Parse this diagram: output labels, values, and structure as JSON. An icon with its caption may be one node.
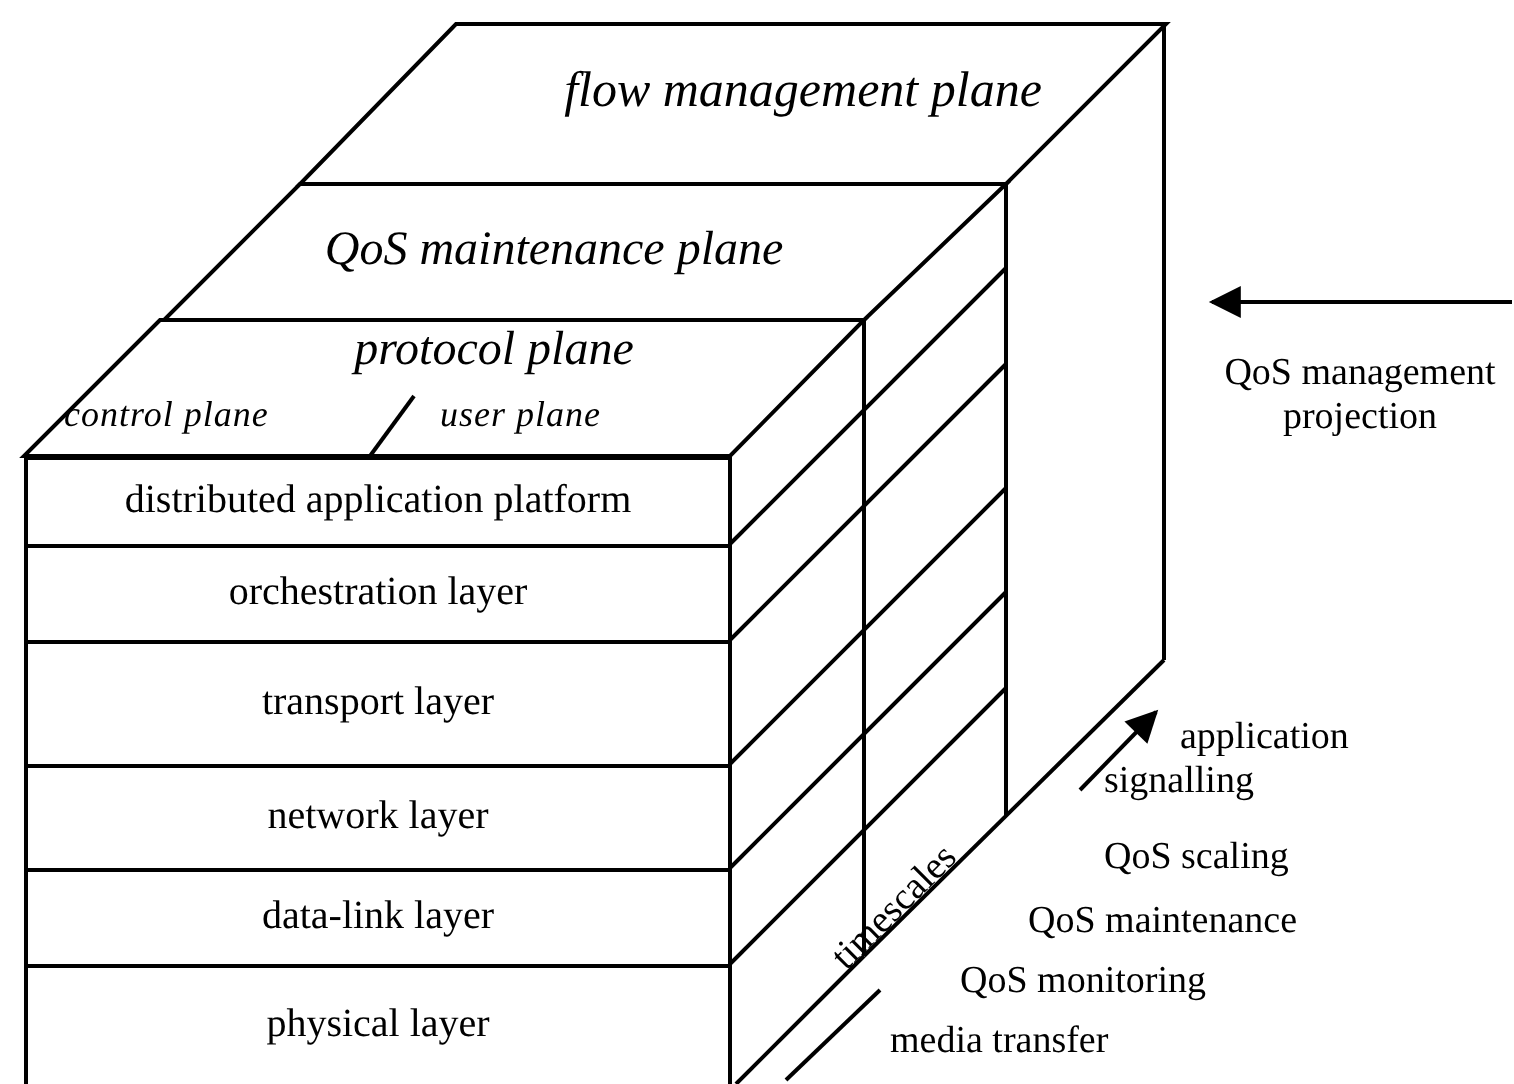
{
  "diagram": {
    "nodes": [
      {
        "text": [
          "flow management plane"
        ]
      },
      {
        "text": [
          "QoS maintenance plane"
        ]
      },
      {
        "text": [
          "protocol plane",
          "control plane",
          "user plane"
        ]
      },
      {
        "text": [
          "distributed application platform"
        ]
      },
      {
        "text": [
          "orchestration layer"
        ]
      },
      {
        "text": [
          "transport layer"
        ]
      },
      {
        "text": [
          "network layer"
        ]
      },
      {
        "text": [
          "data-link layer"
        ]
      },
      {
        "text": [
          "physical layer"
        ]
      }
    ],
    "edges": [],
    "labels": [
      "QoS management projection",
      "timescales",
      "application signalling",
      "QoS scaling",
      "QoS maintenance",
      "QoS monitoring",
      "media transfer"
    ]
  }
}
